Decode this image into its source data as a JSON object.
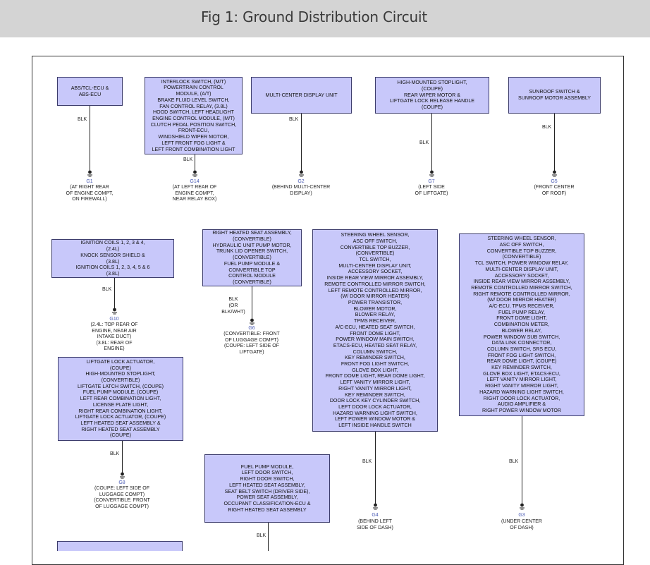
{
  "page": {
    "title": "Fig 1: Ground Distribution Circuit"
  },
  "colors": {
    "title_bar": "#d4d4d4",
    "component_box": "#c8c8fa",
    "ground_id": "#4a5bb5"
  },
  "components": [
    {
      "id": "c_g1",
      "lines": [
        "ABS/TCL-ECU &",
        "ABS-ECU"
      ]
    },
    {
      "id": "c_g14",
      "lines": [
        "INTERLOCK SWITCH,     (M/T)",
        "POWERTRAIN CONTROL",
        "MODULE,    (A/T)",
        "BRAKE FLUID LEVEL SWITCH,",
        "FAN CONTROL RELAY,       (3.8L)",
        "HOOD SWITCH, LEFT HEADLIGHT",
        "ENGINE CONTROL MODULE,     (M/T)",
        "CLUTCH PEDAL POSITION SWITCH,",
        "FRONT-ECU,",
        "WINDSHIELD WIPER MOTOR,",
        "LEFT FRONT FOG LIGHT &",
        "LEFT FRONT COMBINATION LIGHT"
      ]
    },
    {
      "id": "c_g2",
      "lines": [
        "MULTI-CENTER DISPLAY UNIT"
      ]
    },
    {
      "id": "c_g7",
      "lines": [
        "HIGH-MOUNTED STOPLIGHT,",
        "(COUPE)",
        "REAR WIPER MOTOR &",
        "LIFTGATE LOCK RELEASE HANDLE",
        "(COUPE)"
      ]
    },
    {
      "id": "c_g5",
      "lines": [
        "SUNROOF SWITCH &",
        "SUNROOF MOTOR ASSEMBLY"
      ]
    },
    {
      "id": "c_g10",
      "lines": [
        "IGNITION COILS 1, 2, 3 & 4,",
        "(2.4L)",
        "KNOCK SENSOR SHIELD &",
        "(3.8L)",
        "IGNITION COILS 1, 2, 3, 4, 5 & 6",
        "(3.8L)"
      ]
    },
    {
      "id": "c_g6",
      "lines": [
        "RIGHT HEATED SEAT ASSEMBLY,",
        "(CONVERTIBLE)",
        "HYDRAULIC UNIT PUMP MOTOR,",
        "TRUNK LID OPENER SWITCH,",
        "(CONVERTIBLE)",
        "FUEL PUMP MODULE &",
        "CONVERTIBLE TOP",
        "CONTROL MODULE",
        "(CONVERTIBLE)"
      ]
    },
    {
      "id": "c_g4",
      "lines": [
        "STEERING WHEEL SENSOR,",
        "ASC OFF SWITCH,",
        "CONVERTIBLE TOP BUZZER,",
        "(CONVERTIBLE)",
        "TCL SWITCH,",
        "MULTI-CENTER DISPLAY UNIT,",
        "ACCESSORY SOCKET,",
        "INSIDE REAR VIEW MIRROR ASSEMBLY,",
        "REMOTE CONTROLLED MIRROR SWITCH,",
        "LEFT REMOTE CONTROLLED MIRROR,",
        "(W/ DOOR MIRROR HEATER)",
        "POWER TRANSISTOR,",
        "BLOWER MOTOR,",
        "BLOWER RELAY,",
        "TPMS RECEIVER,",
        "A/C-ECU, HEATED SEAT SWITCH,",
        "FRONT DOME LIGHT,",
        "POWER WINDOW MAIN SWITCH,",
        "ETACS-ECU, HEATED SEAT RELAY,",
        "COLUMN SWITCH,",
        "KEY REMINDER SWITCH,",
        "FRONT FOG LIGHT SWITCH,",
        "GLOVE BOX LIGHT,",
        "FRONT DOME LIGHT, REAR DOME LIGHT,",
        "LEFT VANITY MIRROR LIGHT,",
        "RIGHT VANITY MIRROR LIGHT,",
        "KEY REMINDER SWITCH,",
        "DOOR LOCK KEY CYLINDER SWITCH,",
        "LEFT DOOR LOCK ACTUATOR,",
        "HAZARD WARNING LIGHT SWITCH,",
        "LEFT POWER WINDOW MOTOR &",
        "LEFT INSIDE HANDLE SWITCH"
      ]
    },
    {
      "id": "c_g3",
      "lines": [
        "STEERING WHEEL SENSOR,",
        "ASC OFF SWITCH,",
        "CONVERTIBLE TOP BUZZER,",
        "(CONVERTIBLE)",
        "TCL SWITCH, POWER WINDOW RELAY,",
        "MULTI-CENTER DISPLAY UNIT,",
        "ACCESSORY SOCKET,",
        "INSIDE REAR VIEW MIRROR ASSEMBLY,",
        "REMOTE CONTROLLED MIRROR SWITCH,",
        "RIGHT REMOTE CONTROLLED MIRROR,",
        "(W/ DOOR MIRROR HEATER)",
        "A/C-ECU, TPMS RECEIVER,",
        "FUEL PUMP RELAY,",
        "FRONT DOME LIGHT,",
        "COMBINATION METER,",
        "BLOWER RELAY,",
        "POWER WINDOW SUB SWITCH,",
        "DATA LINK CONNECTOR,",
        "COLUMN SWITCH, SRS ECU,",
        "FRONT FOG LIGHT SWITCH,",
        "REAR DOME LIGHT,     (COUPE)",
        "KEY REMINDER SWITCH,",
        "GLOVE BOX LIGHT, ETACS-ECU,",
        "LEFT VANITY MIRROR LIGHT,",
        "RIGHT VANITY MIRROR LIGHT,",
        "HAZARD WARNING LIGHT SWITCH,",
        "RIGHT DOOR LOCK ACTUATOR,",
        "AUDIO AMPLIFIER &",
        "RIGHT POWER WINDOW MOTOR"
      ]
    },
    {
      "id": "c_g8",
      "lines": [
        "LIFTGATE LOCK ACTUATOR,",
        "(COUPE)",
        "HIGH-MOUNTED STOPLIGHT,",
        "(CONVERTIBLE)",
        "LIFTGATE LATCH SWITCH,     (COUPE)",
        "FUEL PUMP MODULE,     (COUPE)",
        "LEFT REAR COMBINATION LIGHT,",
        "LICENSE PLATE LIGHT,",
        "RIGHT REAR COMBINATION LIGHT,",
        "LIFTGATE LOCK ACTUATOR,     (COUPE)",
        "LEFT HEATED SEAT ASSEMBLY &",
        "RIGHT HEATED SEAT ASSEMBLY",
        "(COUPE)"
      ]
    },
    {
      "id": "c_lower",
      "lines": [
        "FUEL PUMP MODULE,",
        "LEFT DOOR SWITCH,",
        "RIGHT DOOR SWITCH,",
        "LEFT HEATED SEAT ASSEMBLY,",
        "SEAT BELT SWITCH (DRIVER SIDE),",
        "POWER SEAT ASSEMBLY,",
        "OCCUPANT CLASSIFICATION-ECU &",
        "RIGHT HEATED SEAT ASSEMBLY"
      ]
    }
  ],
  "wire_labels": {
    "g1": "BLK",
    "g14": "BLK",
    "g2": "BLK",
    "g7": "BLK",
    "g5": "BLK",
    "g10": "BLK",
    "g6": "BLK\n(OR BLK/WHT)",
    "g8": "BLK",
    "g4": "BLK",
    "g3": "BLK",
    "lower": "BLK"
  },
  "grounds": [
    {
      "key": "g1",
      "id": "G1",
      "desc": "(AT RIGHT REAR\nOF ENGINE COMPT,\nON FIREWALL)"
    },
    {
      "key": "g14",
      "id": "G14",
      "desc": "(AT LEFT REAR OF\nENGINE COMPT,\nNEAR RELAY BOX)"
    },
    {
      "key": "g2",
      "id": "G2",
      "desc": "(BEHIND MULTI-CENTER\nDISPLAY)"
    },
    {
      "key": "g7",
      "id": "G7",
      "desc": "(LEFT SIDE\nOF LIFTGATE)"
    },
    {
      "key": "g5",
      "id": "G5",
      "desc": "(FRONT CENTER\nOF ROOF)"
    },
    {
      "key": "g10",
      "id": "G10",
      "desc": "(2.4L: TOP REAR OF\nENGINE, NEAR AIR\nINTAKE DUCT)\n(3.8L: REAR OF\nENGINE)"
    },
    {
      "key": "g6",
      "id": "G6",
      "desc": "(CONVERTIBLE: FRONT\nOF LUGGAGE COMPT)\n(COUPE: LEFT SIDE OF\nLIFTGATE)"
    },
    {
      "key": "g8",
      "id": "G8",
      "desc": "(COUPE: LEFT SIDE OF\nLUGGAGE COMPT)\n(CONVERTIBLE: FRONT\nOF LUGGAGE COMPT)"
    },
    {
      "key": "g4",
      "id": "G4",
      "desc": "(BEHIND LEFT\nSIDE OF DASH)"
    },
    {
      "key": "g3",
      "id": "G3",
      "desc": "(UNDER CENTER\nOF DASH)"
    }
  ]
}
